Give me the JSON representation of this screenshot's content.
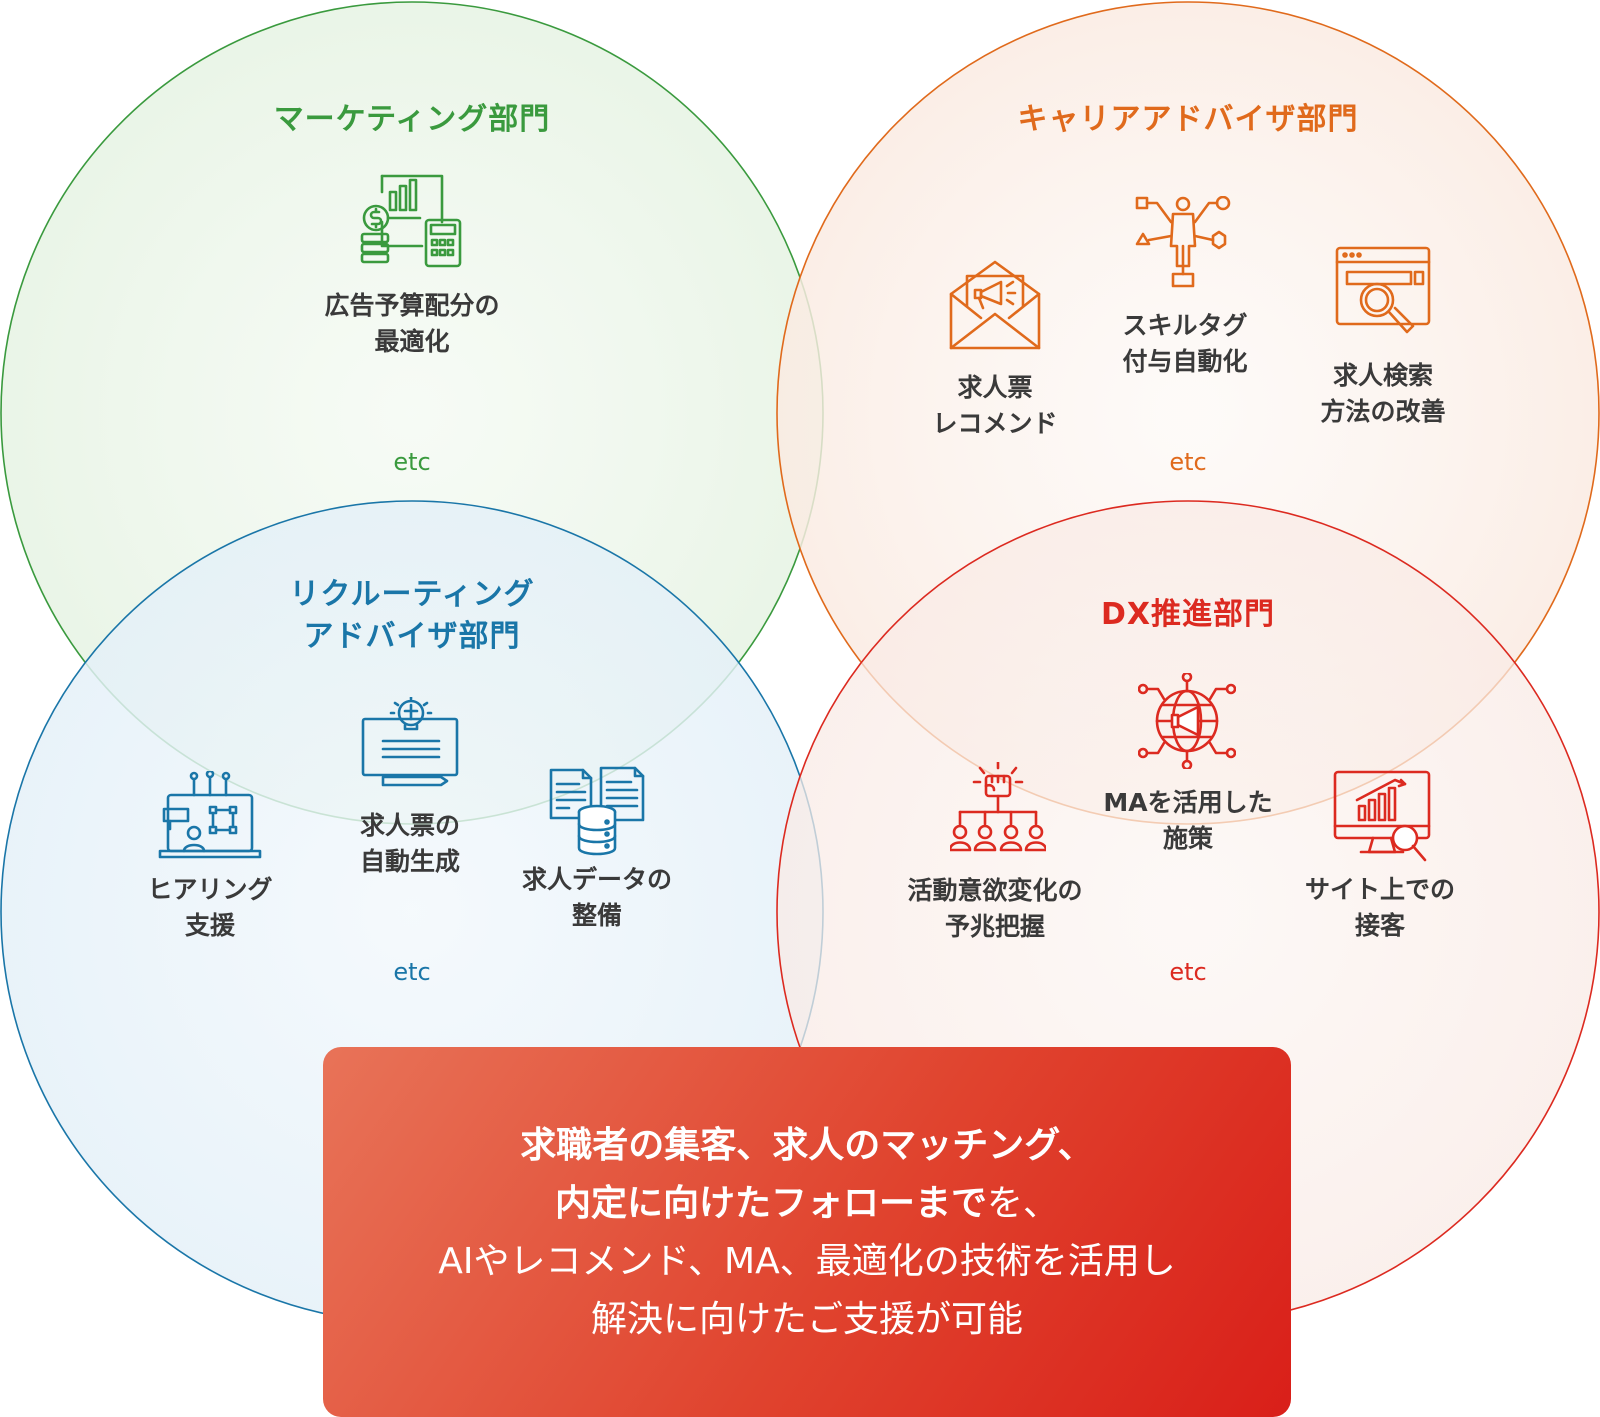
{
  "colors": {
    "marketing": "#3a9a3e",
    "career": "#e06a1c",
    "recruiting": "#1a76a8",
    "dx": "#dc2a20",
    "summary_bg": "#e0432e"
  },
  "marketing": {
    "title": "マーケティング部門",
    "items": [
      {
        "label": "広告予算配分の\n最適化",
        "icon": "budget-calculator-icon"
      }
    ],
    "etc": "etc"
  },
  "career": {
    "title": "キャリアアドバイザ部門",
    "items": [
      {
        "label": "求人票\nレコメンド",
        "icon": "envelope-megaphone-icon"
      },
      {
        "label": "スキルタグ\n付与自動化",
        "icon": "person-skill-network-icon"
      },
      {
        "label": "求人検索\n方法の改善",
        "icon": "browser-search-icon"
      }
    ],
    "etc": "etc"
  },
  "recruiting": {
    "title": "リクルーティング\nアドバイザ部門",
    "items": [
      {
        "label": "ヒアリング\n支援",
        "icon": "laptop-hearing-icon"
      },
      {
        "label": "求人票の\n自動生成",
        "icon": "ai-document-icon"
      },
      {
        "label": "求人データの\n整備",
        "icon": "documents-database-icon"
      }
    ],
    "etc": "etc"
  },
  "dx": {
    "title": "DX推進部門",
    "items": [
      {
        "label": "活動意欲変化の\n予兆把握",
        "icon": "fist-team-icon"
      },
      {
        "label": "MAを活用した\n施策",
        "icon": "globe-megaphone-icon"
      },
      {
        "label": "サイト上での\n接客",
        "icon": "monitor-analytics-icon"
      }
    ],
    "etc": "etc"
  },
  "summary": {
    "line1": "求職者の集客、求人のマッチング、",
    "line2_bold": "内定に向けたフォローまで",
    "line2_rest": "を、",
    "line3": "AIやレコメンド、MA、最適化の技術を活用し",
    "line4": "解決に向けたご支援が可能"
  }
}
